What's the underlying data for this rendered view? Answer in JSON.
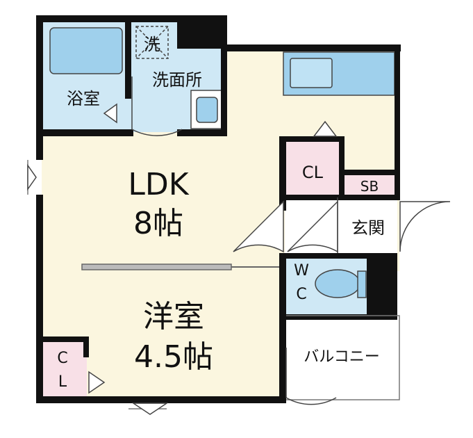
{
  "colors": {
    "wall": "#111111",
    "ldk_floor": "#fbf6df",
    "wet_area": "#cfe8f5",
    "closet": "#f8e0e7",
    "balcony": "#ffffff",
    "fixture_fill": "#9fd0ec",
    "fixture_stroke": "#444444"
  },
  "rooms": {
    "ldk": {
      "name": "LDK",
      "size": "8帖"
    },
    "bedroom": {
      "name": "洋室",
      "size": "4.5帖"
    },
    "bath": {
      "name": "浴室"
    },
    "washroom": {
      "name": "洗面所"
    },
    "laundry": {
      "name": "洗"
    },
    "closet_ldk": {
      "name": "CL"
    },
    "shoebox": {
      "name": "SB"
    },
    "entrance": {
      "name": "玄関"
    },
    "toilet": {
      "line1": "W",
      "line2": "C"
    },
    "closet_bed": {
      "line1": "C",
      "line2": "L"
    },
    "balcony": {
      "name": "バルコニー"
    }
  }
}
